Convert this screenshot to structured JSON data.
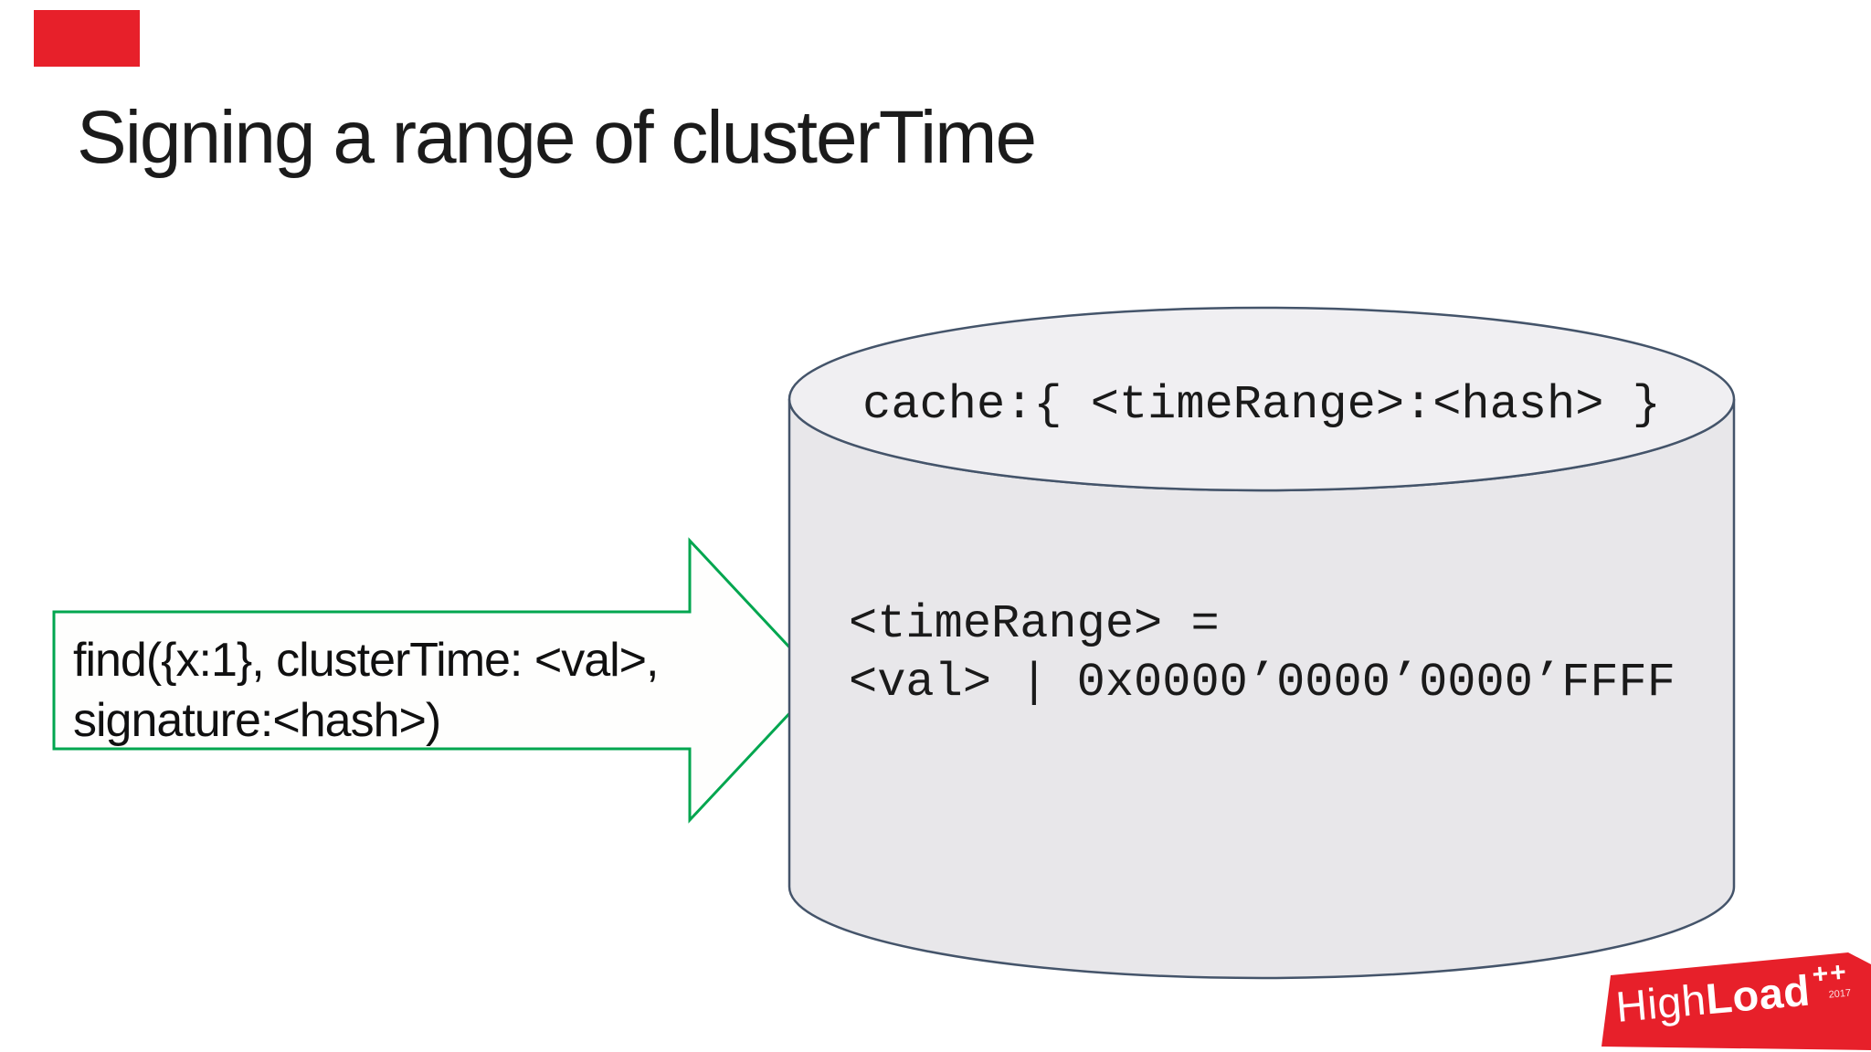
{
  "slide": {
    "title": "Signing a range of clusterTime"
  },
  "find_box": {
    "line1": "find({x:1}, clusterTime: <val>,",
    "line2": "signature:<hash>)"
  },
  "cylinder": {
    "top_label": "cache:{ <timeRange>:<hash> }",
    "body_line1": "<timeRange> =",
    "body_line2": "<val> | 0x0000’0000’0000’FFFF"
  },
  "logo": {
    "brand_light": "High",
    "brand_bold": "Load",
    "superscript": "++",
    "year": "2017"
  },
  "colors": {
    "arrow_green": "#00a64f",
    "cylinder_stroke": "#44546a",
    "cylinder_fill": "#e8e7ea",
    "cylinder_top_fill": "#f0eff2",
    "logo_red": "#e7202a",
    "corner_marker_red": "#e7202a",
    "title_text": "#1b1b1b",
    "code_text": "#1a1a1a"
  }
}
